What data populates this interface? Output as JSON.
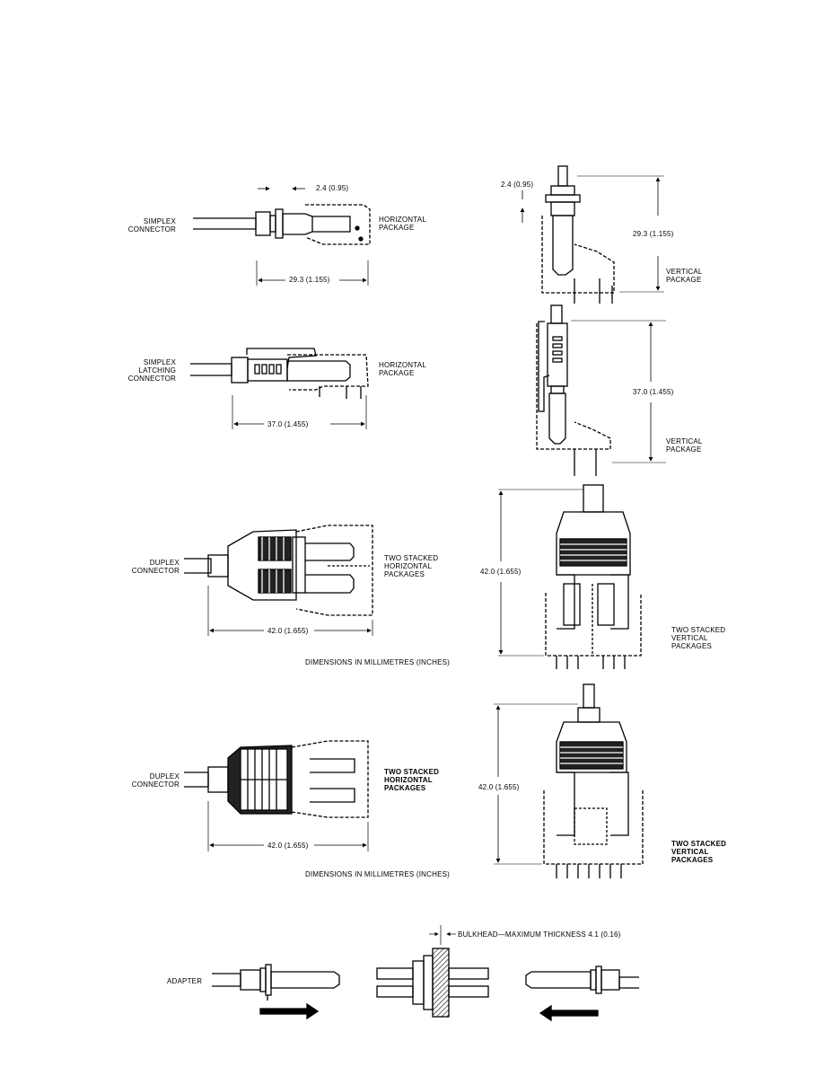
{
  "labels": {
    "dim_simplex_h_small": "2.4 (0.95)",
    "simplex_connector": "SIMPLEX\nCONNECTOR",
    "horizontal_package_1": "HORIZONTAL\nPACKAGE",
    "dim_simplex_h_len": "29.3 (1.155)",
    "dim_simplex_v_small": "2.4 (0.95)",
    "dim_simplex_v_len": "29.3 (1.155)",
    "vertical_package_1": "VERTICAL\nPACKAGE",
    "simplex_latching_connector": "SIMPLEX\nLATCHING\nCONNECTOR",
    "horizontal_package_2": "HORIZONTAL\nPACKAGE",
    "dim_latching_h_len": "37.0 (1.455)",
    "dim_latching_v_len": "37.0 (1.455)",
    "vertical_package_2": "VERTICAL\nPACKAGE",
    "duplex_connector_1": "DUPLEX\nCONNECTOR",
    "two_stacked_horizontal_1": "TWO STACKED\nHORIZONTAL\nPACKAGES",
    "dim_duplex1_h_len": "42.0 (1.655)",
    "dim_duplex1_v_len": "42.0 (1.655)",
    "two_stacked_vertical_1": "TWO STACKED\nVERTICAL\nPACKAGES",
    "dimensions_note_1": "DIMENSIONS IN MILLIMETRES (INCHES)",
    "duplex_connector_2": "DUPLEX\nCONNECTOR",
    "two_stacked_horizontal_2": "TWO STACKED\nHORIZONTAL\nPACKAGES",
    "dim_duplex2_h_len": "42.0 (1.655)",
    "dim_duplex2_v_len": "42.0 (1.655)",
    "two_stacked_vertical_2": "TWO STACKED\nVERTICAL\nPACKAGES",
    "dimensions_note_2": "DIMENSIONS IN MILLIMETRES (INCHES)",
    "bulkhead_note": "BULKHEAD—MAXIMUM THICKNESS 4.1 (0.16)",
    "adapter": "ADAPTER"
  },
  "colors": {
    "ink": "#000000",
    "paper": "#ffffff"
  }
}
